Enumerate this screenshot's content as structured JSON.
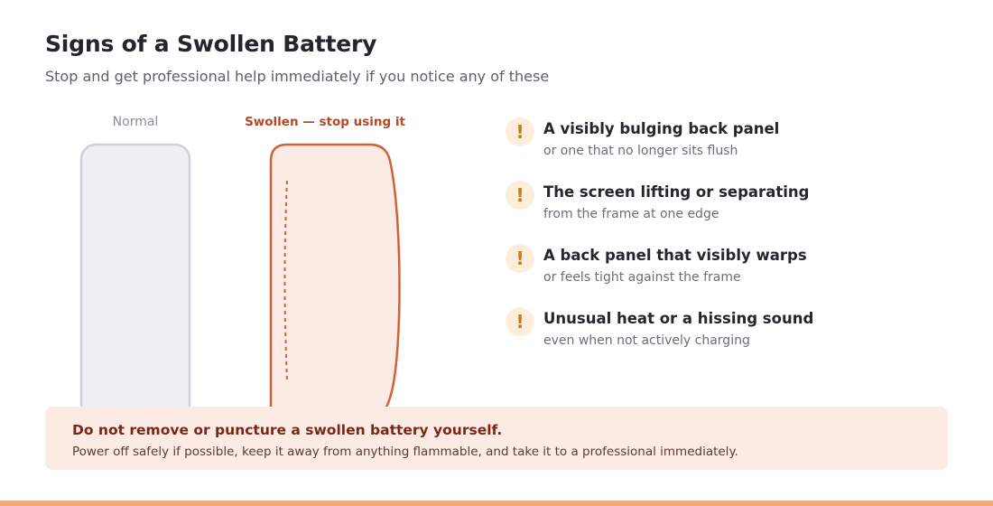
{
  "header": {
    "title": "Signs of a Swollen Battery",
    "subtitle": "Stop and get professional help immediately if you notice any of these"
  },
  "diagram": {
    "normal_label": "Normal",
    "swollen_label": "Swollen — stop using it",
    "colors": {
      "normal_fill": "#eef0f4",
      "normal_stroke": "#ced2d8",
      "swollen_fill": "#fcebe5",
      "swollen_stroke": "#d3603a"
    }
  },
  "signs": [
    {
      "icon": "!",
      "title": "A visibly bulging back panel",
      "detail": "or one that no longer sits flush"
    },
    {
      "icon": "!",
      "title": "The screen lifting or separating",
      "detail": "from the frame at one edge"
    },
    {
      "icon": "!",
      "title": "A back panel that visibly warps",
      "detail": "or feels tight against the frame"
    },
    {
      "icon": "!",
      "title": "Unusual heat or a hissing sound",
      "detail": "even when not actively charging"
    }
  ],
  "warning": {
    "title": "Do not remove or puncture a swollen battery yourself.",
    "body": "Power off safely if possible, keep it away from anything flammable, and take it to a professional immediately."
  },
  "colors": {
    "accent": "#d3603a",
    "warning_bg": "#fcebe5",
    "icon_bg": "#fdeedb",
    "icon_fg": "#c77a17",
    "bottom_bar": "#f2a97e"
  }
}
